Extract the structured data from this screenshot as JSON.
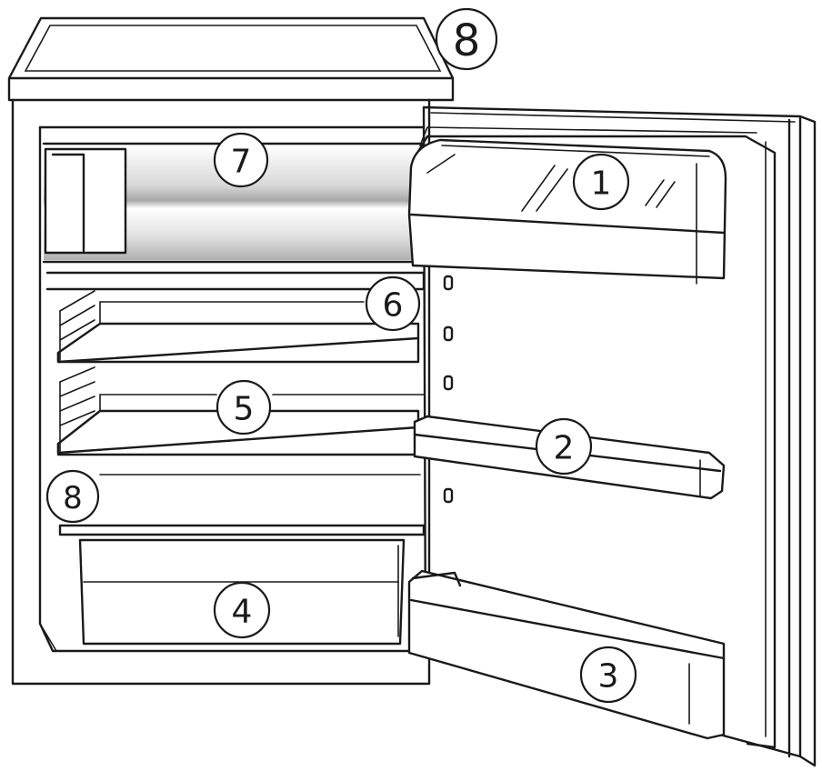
{
  "callouts": [
    {
      "id": "top-8",
      "label": "8"
    },
    {
      "id": "door-1",
      "label": "1"
    },
    {
      "id": "freezer-7",
      "label": "7"
    },
    {
      "id": "shelf-6",
      "label": "6"
    },
    {
      "id": "shelf-5",
      "label": "5"
    },
    {
      "id": "door-2",
      "label": "2"
    },
    {
      "id": "left-8",
      "label": "8"
    },
    {
      "id": "crisper-4",
      "label": "4"
    },
    {
      "id": "door-3",
      "label": "3"
    }
  ],
  "colors": {
    "line": "#1a1a1a",
    "freezer_gradient_light": "#ffffff",
    "freezer_gradient_dark": "#b8b8b8"
  }
}
